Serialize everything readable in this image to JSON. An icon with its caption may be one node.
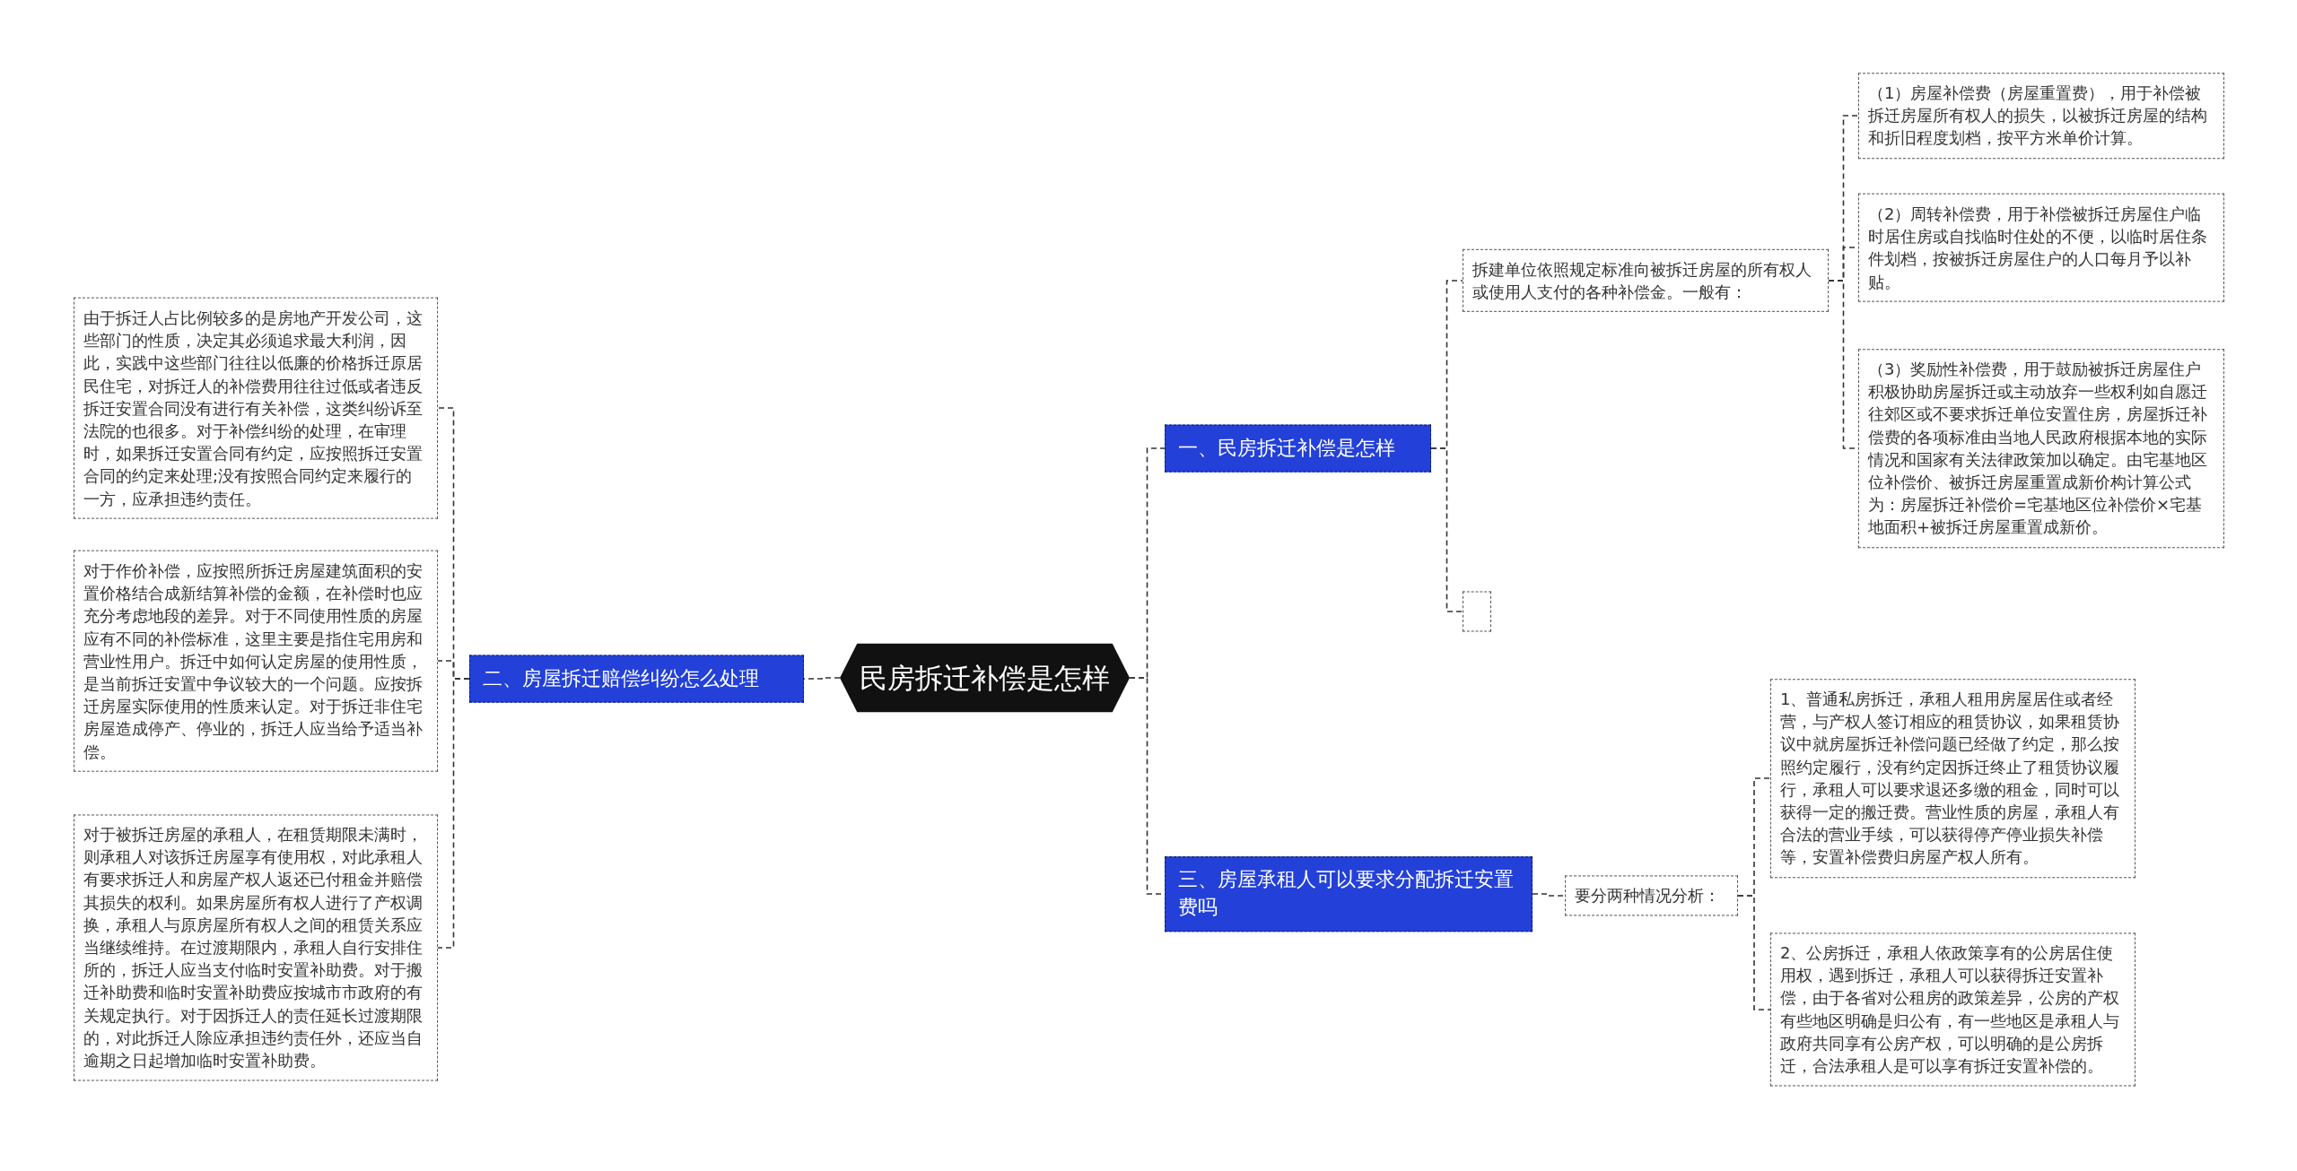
{
  "diagram": {
    "nodes": [
      {
        "text": [
          "民房拆迁补偿是怎样"
        ]
      },
      {
        "text": [
          "一、民房拆迁补偿是怎样"
        ]
      },
      {
        "text": [
          "拆建单位依照规定标准向被拆迁房屋的所有权人或使用人支付的各种补偿金。一般有："
        ]
      },
      {
        "text": [
          "（1）房屋补偿费（房屋重置费），用于补偿被拆迁房屋所有权人的损失，以被拆迁房屋的结构和折旧程度划档，按平方米单价计算。"
        ]
      },
      {
        "text": [
          "（2）周转补偿费，用于补偿被拆迁房屋住户临时居住房或自找临时住处的不便，以临时居住条件划档，按被拆迁房屋住户的人口每月予以补贴。"
        ]
      },
      {
        "text": [
          "（3）奖励性补偿费，用于鼓励被拆迁房屋住户积极协助房屋拆迁或主动放弃一些权利如自愿迁往郊区或不要求拆迁单位安置住房，房屋拆迁补偿费的各项标准由当地人民政府根据本地的实际情况和国家有关法律政策加以确定。由宅基地区位补偿价、被拆迁房屋重置成新价构计算公式为：房屋拆迁补偿价=宅基地区位补偿价×宅基地面积+被拆迁房屋重置成新价。"
        ]
      },
      {
        "text": [],
        "shape": "box"
      },
      {
        "text": [
          "二、房屋拆迁赔偿纠纷怎么处理"
        ]
      },
      {
        "text": [
          "由于拆迁人占比例较多的是房地产开发公司，这些部门的性质，决定其必须追求最大利润，因此，实践中这些部门往往以低廉的价格拆迁原居民住宅，对拆迁人的补偿费用往往过低或者违反拆迁安置合同没有进行有关补偿，这类纠纷诉至法院的也很多。对于补偿纠纷的处理，在审理时，如果拆迁安置合同有约定，应按照拆迁安置合同的约定来处理;没有按照合同约定来履行的一方，应承担违约责任。"
        ]
      },
      {
        "text": [
          "对于作价补偿，应按照所拆迁房屋建筑面积的安置价格结合成新结算补偿的金额，在补偿时也应充分考虑地段的差异。对于不同使用性质的房屋应有不同的补偿标准，这里主要是指住宅用房和营业性用户。拆迁中如何认定房屋的使用性质，是当前拆迁安置中争议较大的一个问题。应按拆迁房屋实际使用的性质来认定。对于拆迁非住宅房屋造成停产、停业的，拆迁人应当给予适当补偿。"
        ]
      },
      {
        "text": [
          "对于被拆迁房屋的承租人，在租赁期限未满时，则承租人对该拆迁房屋享有使用权，对此承租人有要求拆迁人和房屋产权人返还已付租金并赔偿其损失的权利。如果房屋所有权人进行了产权调换，承租人与原房屋所有权人之间的租赁关系应当继续维持。在过渡期限内，承租人自行安排住所的，拆迁人应当支付临时安置补助费。对于搬迁补助费和临时安置补助费应按城市市政府的有关规定执行。对于因拆迁人的责任延长过渡期限的，对此拆迁人除应承担违约责任外，还应当自逾期之日起增加临时安置补助费。"
        ]
      },
      {
        "text": [
          "三、房屋承租人可以要求分配拆迁安置费吗"
        ]
      },
      {
        "text": [
          "要分两种情况分析："
        ]
      },
      {
        "text": [
          "1、普通私房拆迁，承租人租用房屋居住或者经营，与产权人签订相应的租赁协议，如果租赁协议中就房屋拆迁补偿问题已经做了约定，那么按照约定履行，没有约定因拆迁终止了租赁协议履行，承租人可以要求退还多缴的租金，同时可以获得一定的搬迁费。营业性质的房屋，承租人有合法的营业手续，可以获得停产停业损失补偿等，安置补偿费归房屋产权人所有。"
        ]
      },
      {
        "text": [
          "2、公房拆迁，承租人依政策享有的公房居住使用权，遇到拆迁，承租人可以获得拆迁安置补偿，由于各省对公租房的政策差异，公房的产权有些地区明确是归公有，有一些地区是承租人与政府共同享有公房产权，可以明确的是公房拆迁，合法承租人是可以享有拆迁安置补偿的。"
        ]
      }
    ],
    "edges": [
      {
        "from": 0,
        "to": 1,
        "arrow": "none",
        "style": "dashed"
      },
      {
        "from": 1,
        "to": 2,
        "arrow": "none",
        "style": "dashed"
      },
      {
        "from": 2,
        "to": 3,
        "arrow": "none",
        "style": "dashed"
      },
      {
        "from": 2,
        "to": 4,
        "arrow": "none",
        "style": "dashed"
      },
      {
        "from": 2,
        "to": 5,
        "arrow": "none",
        "style": "dashed"
      },
      {
        "from": 1,
        "to": 6,
        "arrow": "none",
        "style": "dashed"
      },
      {
        "from": 0,
        "to": 7,
        "arrow": "none",
        "style": "dashed"
      },
      {
        "from": 7,
        "to": 8,
        "arrow": "none",
        "style": "dashed"
      },
      {
        "from": 7,
        "to": 9,
        "arrow": "none",
        "style": "dashed"
      },
      {
        "from": 7,
        "to": 10,
        "arrow": "none",
        "style": "dashed"
      },
      {
        "from": 0,
        "to": 11,
        "arrow": "none",
        "style": "dashed"
      },
      {
        "from": 11,
        "to": 12,
        "arrow": "none",
        "style": "dashed"
      },
      {
        "from": 12,
        "to": 13,
        "arrow": "none",
        "style": "dashed"
      },
      {
        "from": 12,
        "to": 14,
        "arrow": "none",
        "style": "dashed"
      }
    ]
  }
}
